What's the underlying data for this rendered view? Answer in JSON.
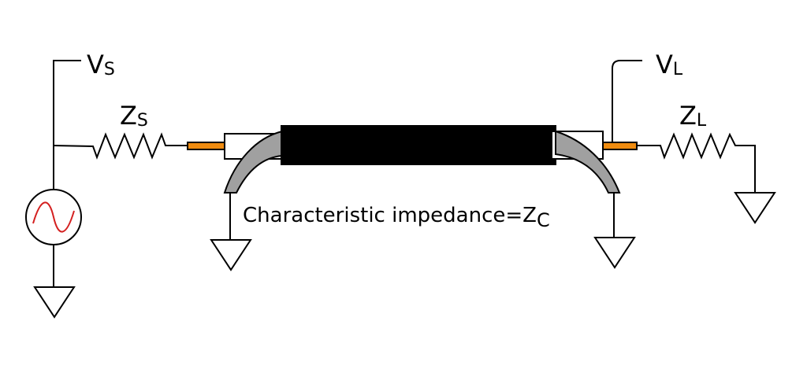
{
  "labels": {
    "vs_main": "V",
    "vs_sub": "S",
    "zs_main": "Z",
    "zs_sub": "S",
    "vl_main": "V",
    "vl_sub": "L",
    "zl_main": "Z",
    "zl_sub": "L",
    "caption_main": "Characteristic impedance=Z",
    "caption_sub": "C"
  },
  "colors": {
    "conductor": "#f08c10",
    "shield": "#a0a0a0",
    "cable": "#000000",
    "sine": "#d42020"
  }
}
